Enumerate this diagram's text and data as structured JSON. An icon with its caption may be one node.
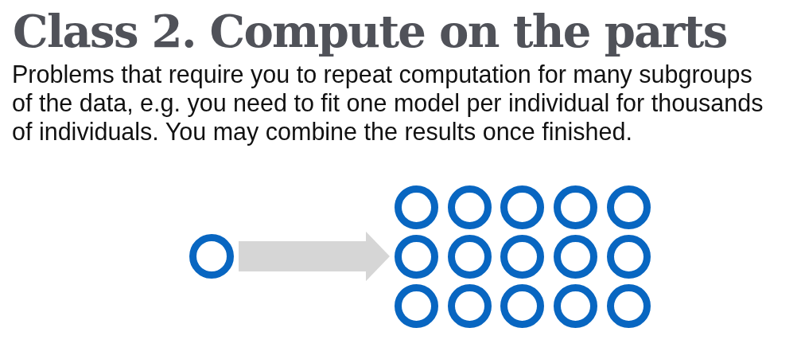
{
  "diagram": {
    "title": "Class 2. Compute on the parts",
    "nodes": [
      {
        "text": [],
        "shape": "circle"
      },
      {
        "text": [],
        "shape": "circle"
      },
      {
        "text": [],
        "shape": "circle"
      },
      {
        "text": [],
        "shape": "circle"
      },
      {
        "text": [],
        "shape": "circle"
      },
      {
        "text": [],
        "shape": "circle"
      },
      {
        "text": [],
        "shape": "circle"
      },
      {
        "text": [],
        "shape": "circle"
      },
      {
        "text": [],
        "shape": "circle"
      },
      {
        "text": [],
        "shape": "circle"
      },
      {
        "text": [],
        "shape": "circle"
      },
      {
        "text": [],
        "shape": "circle"
      },
      {
        "text": [],
        "shape": "circle"
      },
      {
        "text": [],
        "shape": "circle"
      },
      {
        "text": [],
        "shape": "circle"
      },
      {
        "text": [],
        "shape": "circle"
      }
    ],
    "edges": [
      {
        "from": 0,
        "to": 6,
        "arrow": "to"
      }
    ],
    "labels": [
      "Problems that require you to repeat computation for many subgroups of the data, e.g. you need to fit one model per individual for thousands of individuals. You may combine the results once finished."
    ]
  }
}
